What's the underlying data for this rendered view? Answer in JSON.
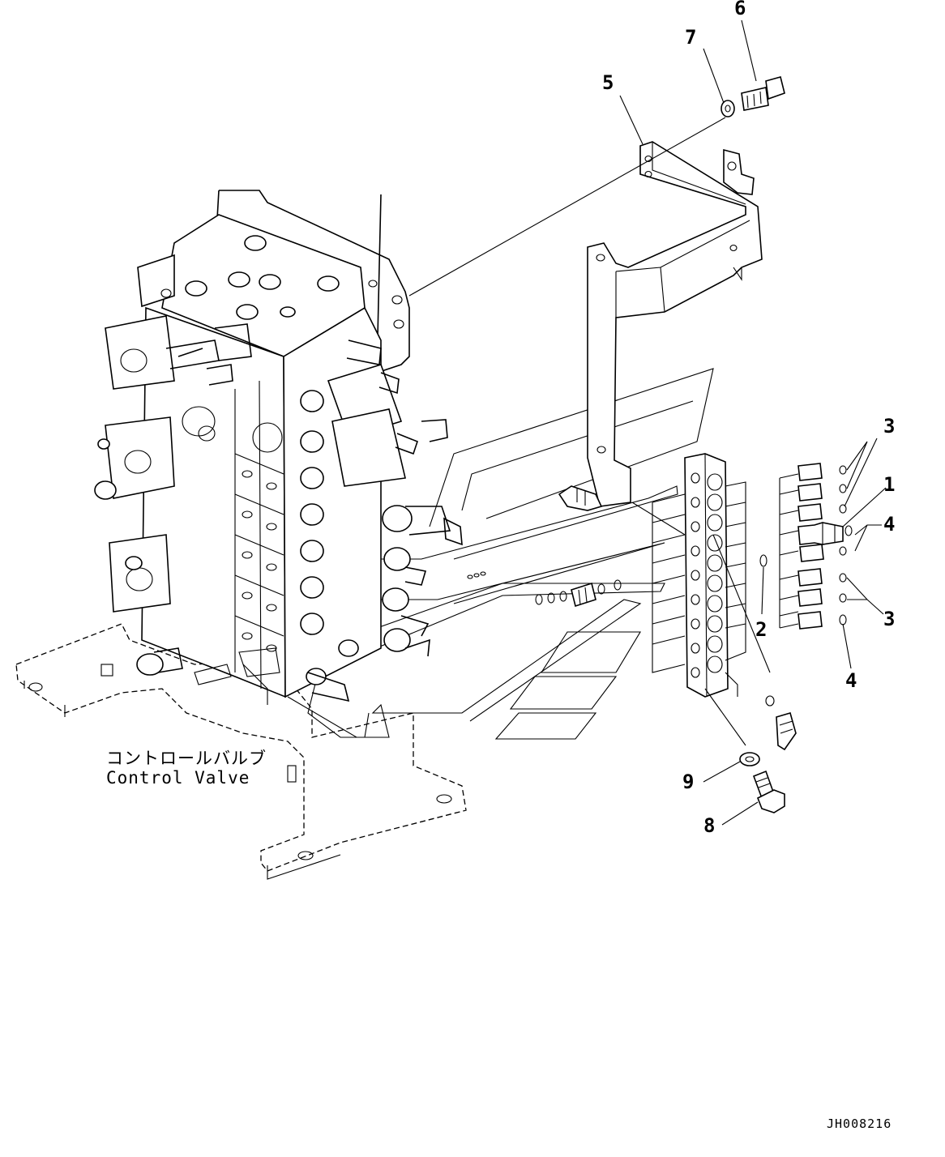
{
  "diagram": {
    "callouts": [
      {
        "id": "c1",
        "text": "1"
      },
      {
        "id": "c2",
        "text": "2"
      },
      {
        "id": "c3a",
        "text": "3"
      },
      {
        "id": "c3b",
        "text": "3"
      },
      {
        "id": "c4a",
        "text": "4"
      },
      {
        "id": "c4b",
        "text": "4"
      },
      {
        "id": "c5",
        "text": "5"
      },
      {
        "id": "c6",
        "text": "6"
      },
      {
        "id": "c7",
        "text": "7"
      },
      {
        "id": "c8",
        "text": "8"
      },
      {
        "id": "c9",
        "text": "9"
      }
    ],
    "caption_jp": "コントロールバルブ",
    "caption_en": "Control Valve",
    "doc_id": "JH008216"
  },
  "colors": {
    "ink": "#000000",
    "paper": "#ffffff"
  },
  "icons": [
    "control-valve-drawing",
    "bracket-drawing",
    "manifold-block-drawing",
    "bolt-drawing",
    "washer-drawing",
    "fitting-drawing",
    "o-ring-drawing"
  ]
}
